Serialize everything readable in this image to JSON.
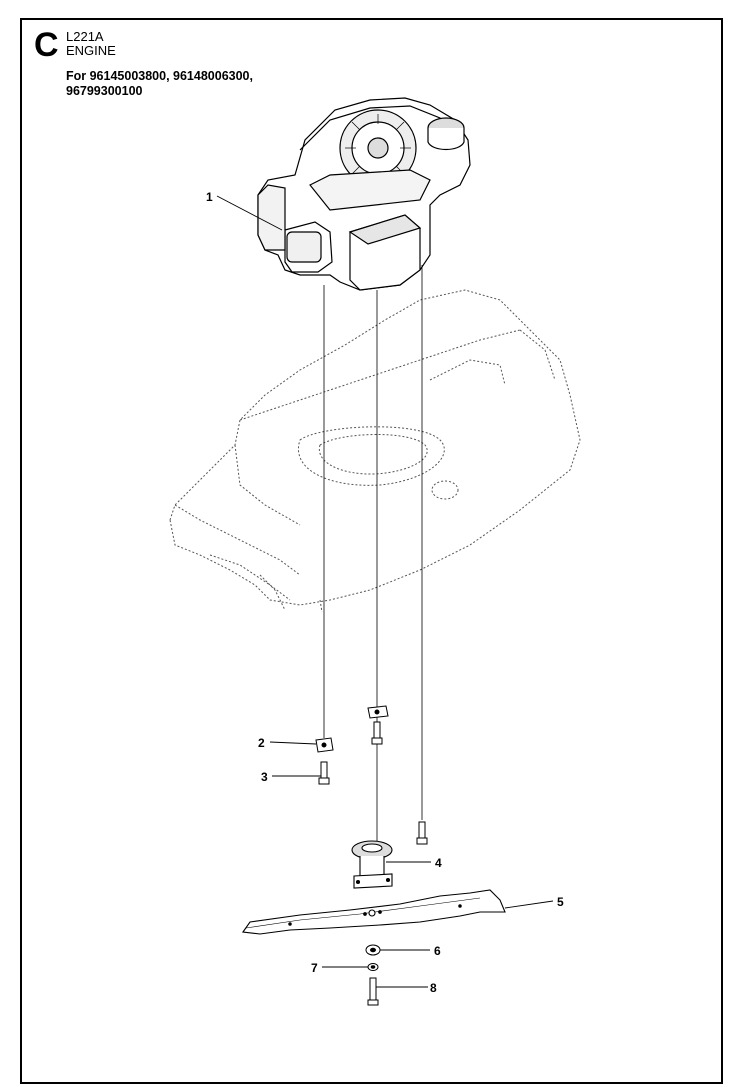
{
  "header": {
    "section_letter": "C",
    "model_code": "L221A",
    "section_title": "ENGINE",
    "applies_to_line1": "For 96145003800, 96148006300,",
    "applies_to_line2": "96799300100"
  },
  "callouts": [
    {
      "number": "1",
      "part": "engine"
    },
    {
      "number": "2",
      "part": "washer-plate"
    },
    {
      "number": "3",
      "part": "engine-bolt"
    },
    {
      "number": "4",
      "part": "blade-hub"
    },
    {
      "number": "5",
      "part": "blade"
    },
    {
      "number": "6",
      "part": "washer"
    },
    {
      "number": "7",
      "part": "lock-washer"
    },
    {
      "number": "8",
      "part": "blade-bolt"
    }
  ],
  "colors": {
    "line": "#000000",
    "background": "#ffffff",
    "deck_outline": "#555555"
  }
}
